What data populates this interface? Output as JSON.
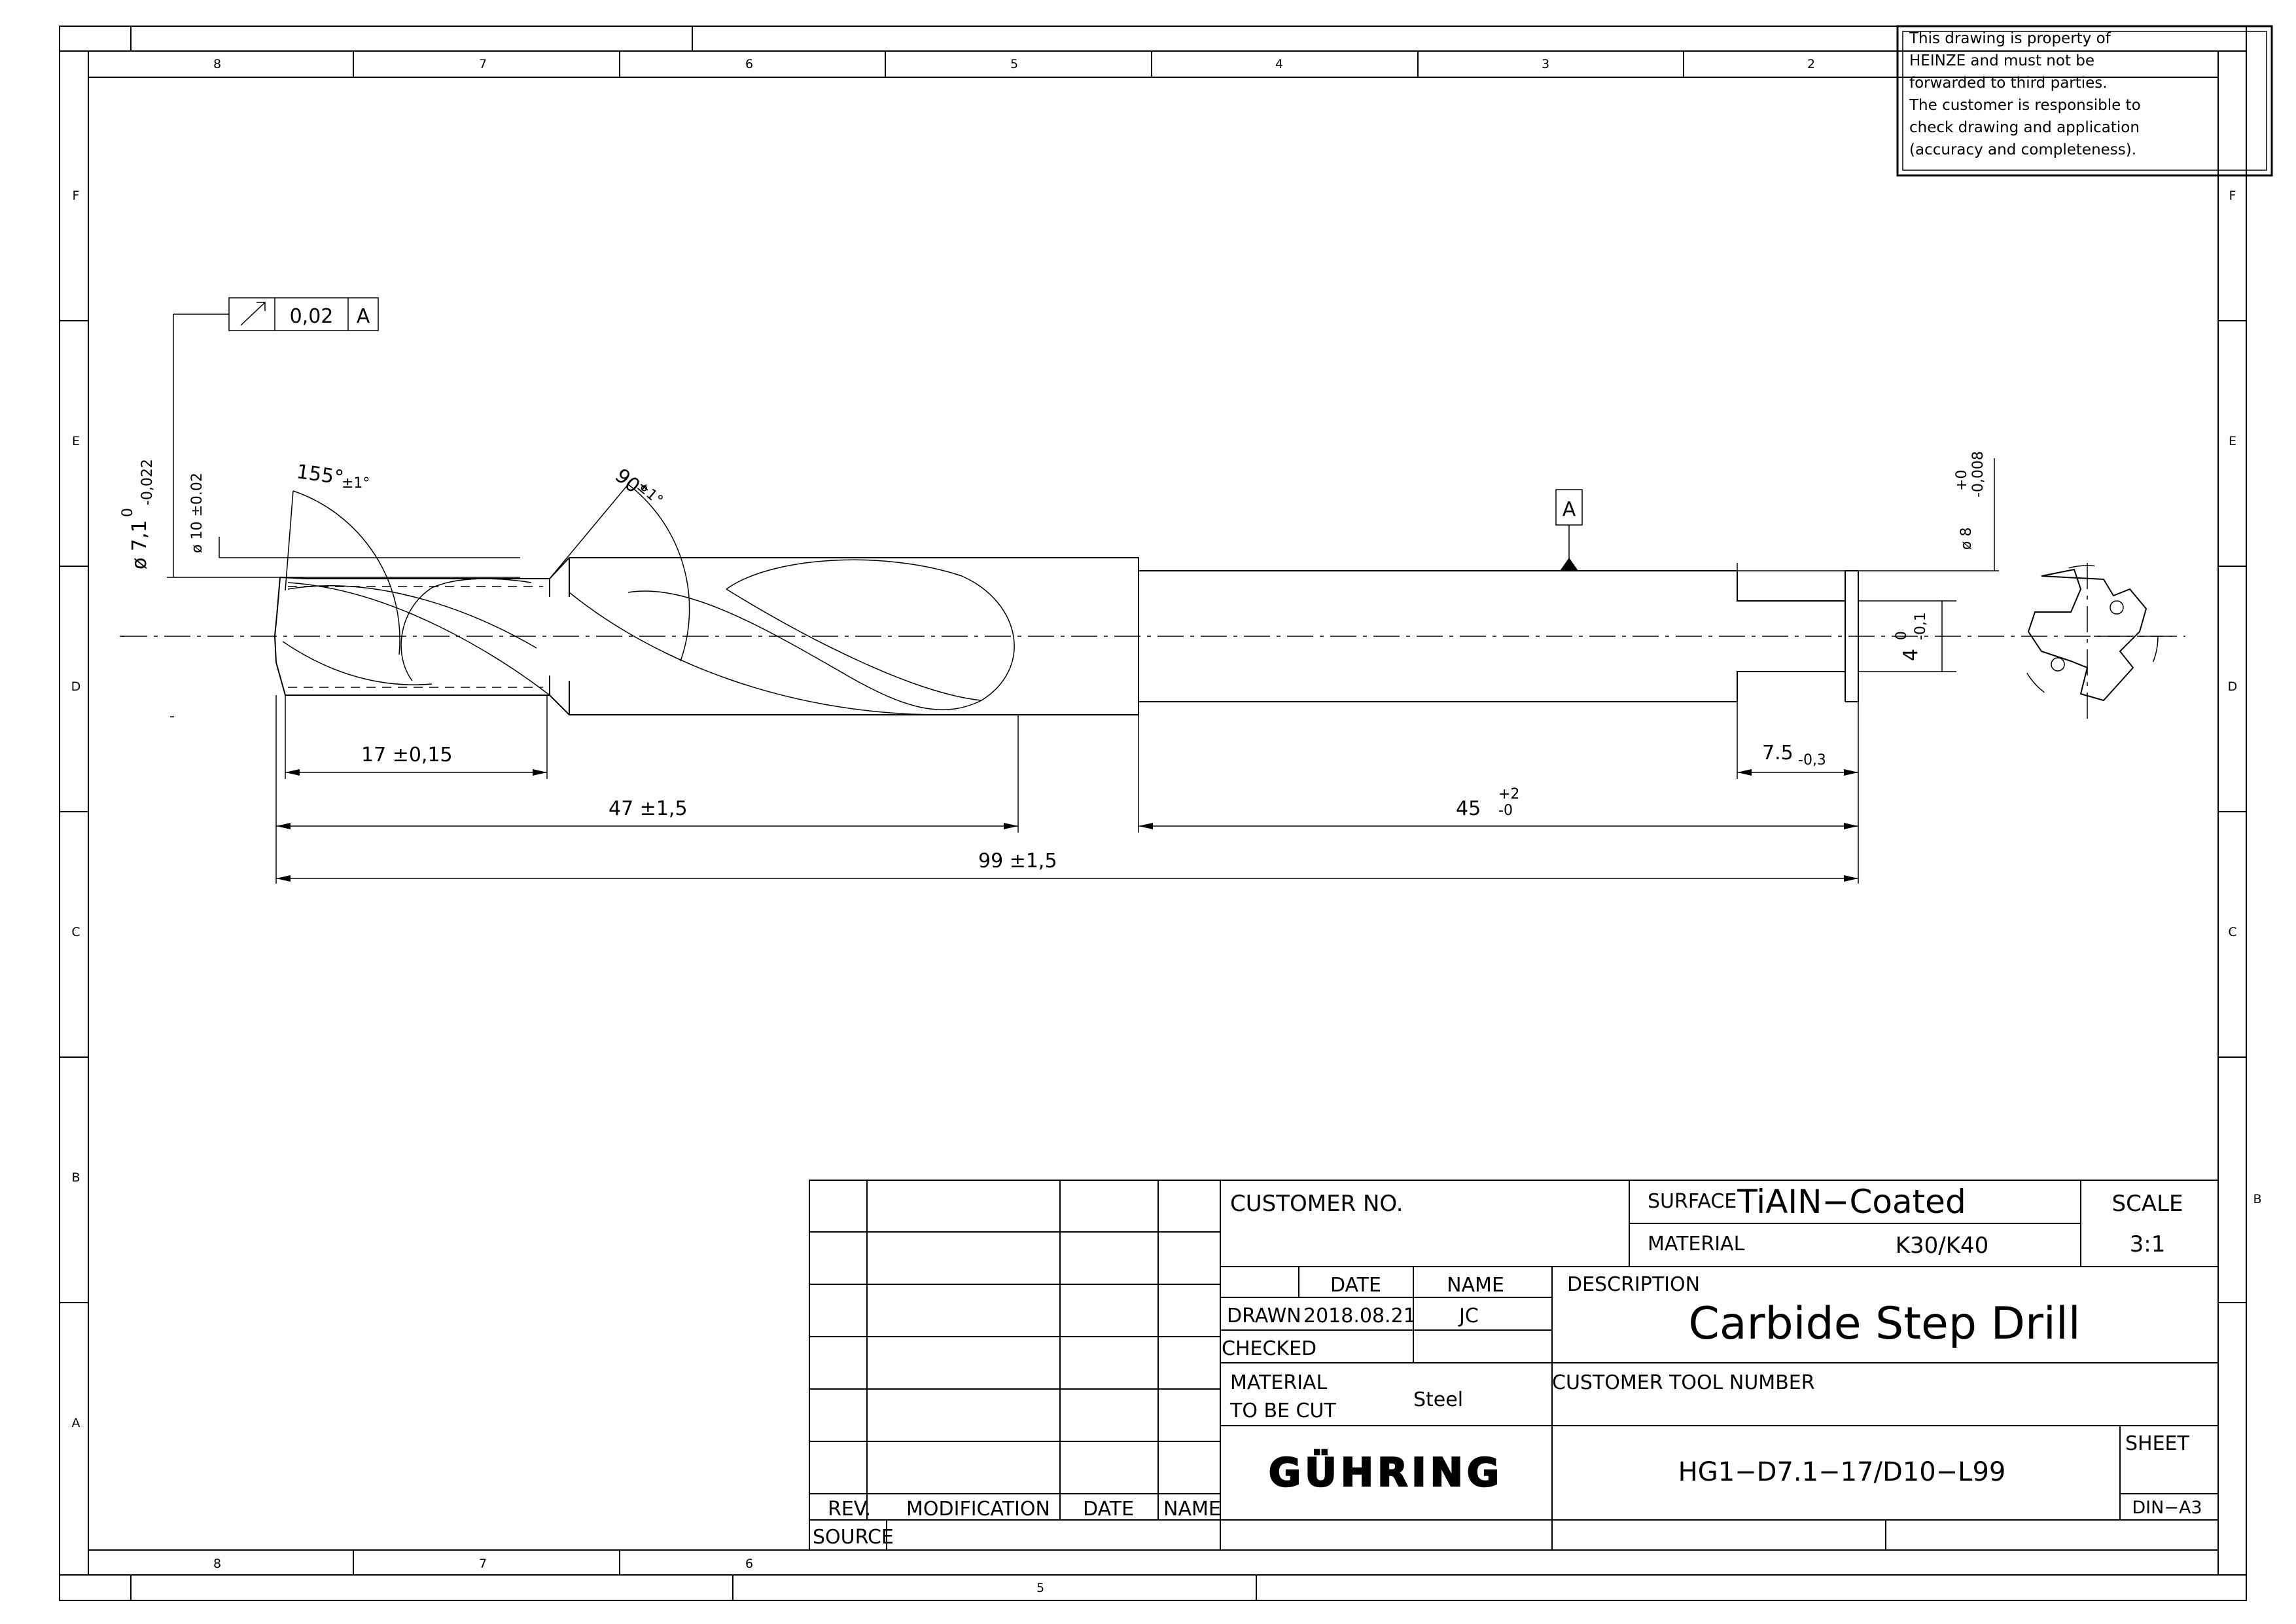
{
  "notice": [
    "This drawing is property of",
    "HEINZE and must not be",
    "forwarded to third parties.",
    "The customer is responsible to",
    "check drawing and application",
    "(accuracy and completeness)."
  ],
  "zones": {
    "columns": [
      "8",
      "7",
      "6",
      "5",
      "4",
      "3",
      "2"
    ],
    "bottom_columns": [
      "8",
      "7",
      "6"
    ],
    "bottom_extra": "5",
    "rows": [
      "F",
      "E",
      "D",
      "C",
      "B",
      "A"
    ]
  },
  "dimensions": {
    "tolerance_value": "0,02",
    "datum": "A",
    "dia_tip": "ø 7,1",
    "dia_tip_tol_upper": "0",
    "dia_tip_tol_lower": "-0,022",
    "dia_body": "ø 10 ±0.02",
    "angle_point": "155°",
    "angle_point_tol": "±1°",
    "angle_step": "90°",
    "angle_step_tol": "±1°",
    "dia_shank": "ø 8",
    "dia_shank_tol_upper": "+0",
    "dia_shank_tol_lower": "-0,008",
    "flat": "4",
    "flat_tol_upper": "0",
    "flat_tol_lower": "-0,1",
    "step_length": "17 ±0,15",
    "flute_length": "47 ±1,5",
    "shank_length": "45",
    "shank_length_tol_upper": "+2",
    "shank_length_tol_lower": "-0",
    "flat_length": "7.5",
    "flat_length_tol": "-0,3",
    "total_length": "99 ±1,5"
  },
  "title_block": {
    "customer_no_label": "CUSTOMER NO.",
    "surface_label": "SURFACE",
    "surface_value": "TiAIN−Coated",
    "material_label": "MATERIAL",
    "material_value": "K30/K40",
    "scale_label": "SCALE",
    "scale_value": "3:1",
    "date_label": "DATE",
    "name_label": "NAME",
    "description_label": "DESCRIPTION",
    "description_value": "Carbide Step Drill",
    "drawn_label": "DRAWN",
    "drawn_date": "2018.08.21",
    "drawn_name": "JC",
    "checked_label": "CHECKED",
    "mtbc_label_1": "MATERIAL",
    "mtbc_label_2": "TO BE CUT",
    "mtbc_value": "Steel",
    "customer_tool_number_label": "CUSTOMER TOOL NUMBER",
    "logo": "GÜHRING",
    "part_number": "HG1−D7.1−17/D10−L99",
    "sheet_label": "SHEET",
    "format": "DIN−A3",
    "rev_label": "REV.",
    "modification_label": "MODIFICATION",
    "rev_date_label": "DATE",
    "rev_name_label": "NAME",
    "source_label": "SOURCE"
  }
}
